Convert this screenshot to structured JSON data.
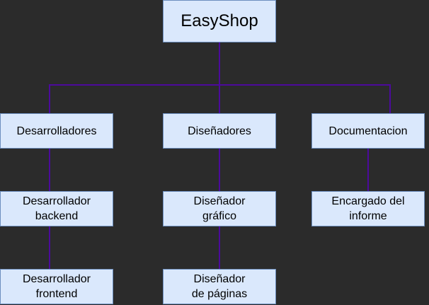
{
  "diagram": {
    "type": "org-chart",
    "colors": {
      "background": "#2b2b2b",
      "node_fill": "#dae8fc",
      "node_border": "#6c8ebf",
      "connector": "#4c0a9c",
      "text": "#000000"
    },
    "root": {
      "label": "EasyShop"
    },
    "teams": [
      {
        "label": "Desarrolladores",
        "members": [
          {
            "label": "Desarrollador\nbackend"
          },
          {
            "label": "Desarrollador\nfrontend"
          }
        ]
      },
      {
        "label": "Diseñadores",
        "members": [
          {
            "label": "Diseñador\ngráfico"
          },
          {
            "label": "Diseñador\nde páginas"
          }
        ]
      },
      {
        "label": "Documentacion",
        "members": [
          {
            "label": "Encargado del\ninforme"
          }
        ]
      }
    ]
  }
}
